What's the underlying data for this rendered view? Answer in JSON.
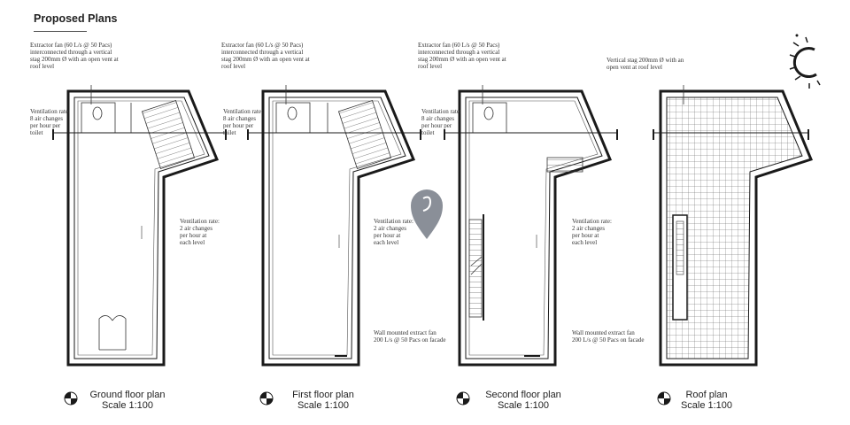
{
  "page_title": "Proposed Plans",
  "colors": {
    "line": "#1a1a1a",
    "pin": "#8a8f98"
  },
  "icons": {
    "north": "north-arrow-icon",
    "pin": "location-pin-icon",
    "plan_marker": "quadrant-marker-icon"
  },
  "plans": [
    {
      "caption": "Ground floor plan",
      "scale": "Scale 1:100",
      "note_fan": [
        "Extractor fan (60 L/s @ 50 Pacs)",
        "interconnected through a vertical",
        "stag 200mm Ø with an open vent at",
        "roof level"
      ],
      "note_toilet": [
        "Ventilation rate:",
        "8 air changes",
        "per hour per",
        "toilet"
      ],
      "note_level": [
        "Ventilation rate:",
        "2 air changes",
        "per hour at",
        "each level"
      ]
    },
    {
      "caption": "First floor plan",
      "scale": "Scale 1:100",
      "note_fan": [
        "Extractor fan (60 L/s @ 50 Pacs)",
        "interconnected through a vertical",
        "stag 200mm Ø with an open vent at",
        "roof level"
      ],
      "note_toilet": [
        "Ventilation rate:",
        "8 air changes",
        "per hour per",
        "toilet"
      ],
      "note_level": [
        "Ventilation rate:",
        "2 air changes",
        "per hour at",
        "each level"
      ],
      "note_wall": [
        "Wall mounted extract fan",
        "200 L/s @ 50 Pacs on facade"
      ]
    },
    {
      "caption": "Second floor plan",
      "scale": "Scale 1:100",
      "note_fan": [
        "Extractor fan (60 L/s @ 50 Pacs)",
        "interconnected through a vertical",
        "stag 200mm Ø with an open vent at",
        "roof level"
      ],
      "note_toilet": [
        "Ventilation rate:",
        "8 air changes",
        "per hour per",
        "toilet"
      ],
      "note_level": [
        "Ventilation rate:",
        "2 air changes",
        "per hour at",
        "each level"
      ],
      "note_wall": [
        "Wall mounted extract fan",
        "200 L/s @ 50 Pacs on facade"
      ]
    },
    {
      "caption": "Roof plan",
      "scale": "Scale 1:100",
      "note_fan": [
        "Vertical stag 200mm Ø with an",
        "open vent at roof level"
      ]
    }
  ]
}
